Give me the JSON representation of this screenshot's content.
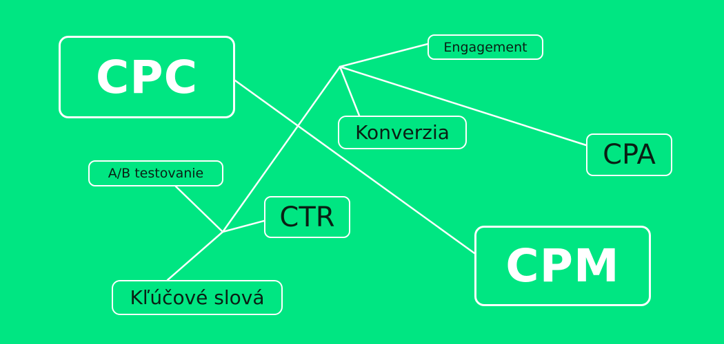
{
  "diagram": {
    "background_color": "#00e682",
    "line_color": "#ffffff",
    "nodes": {
      "cpc": "CPC",
      "cpm": "CPM",
      "cpa": "CPA",
      "ctr": "CTR",
      "konverzia": "Konverzia",
      "klucove_slova": "Kľúčové slová",
      "engagement": "Engagement",
      "ab_testovanie": "A/B testovanie"
    },
    "edges": [
      [
        "cpc",
        "cpm"
      ],
      [
        "klucove_slova",
        "hub_ctr"
      ],
      [
        "hub_ctr",
        "hub_top"
      ],
      [
        "ab_testovanie",
        "hub_ctr"
      ],
      [
        "hub_ctr",
        "ctr"
      ],
      [
        "hub_top",
        "engagement"
      ],
      [
        "hub_top",
        "konverzia"
      ],
      [
        "hub_top",
        "cpa"
      ]
    ]
  }
}
